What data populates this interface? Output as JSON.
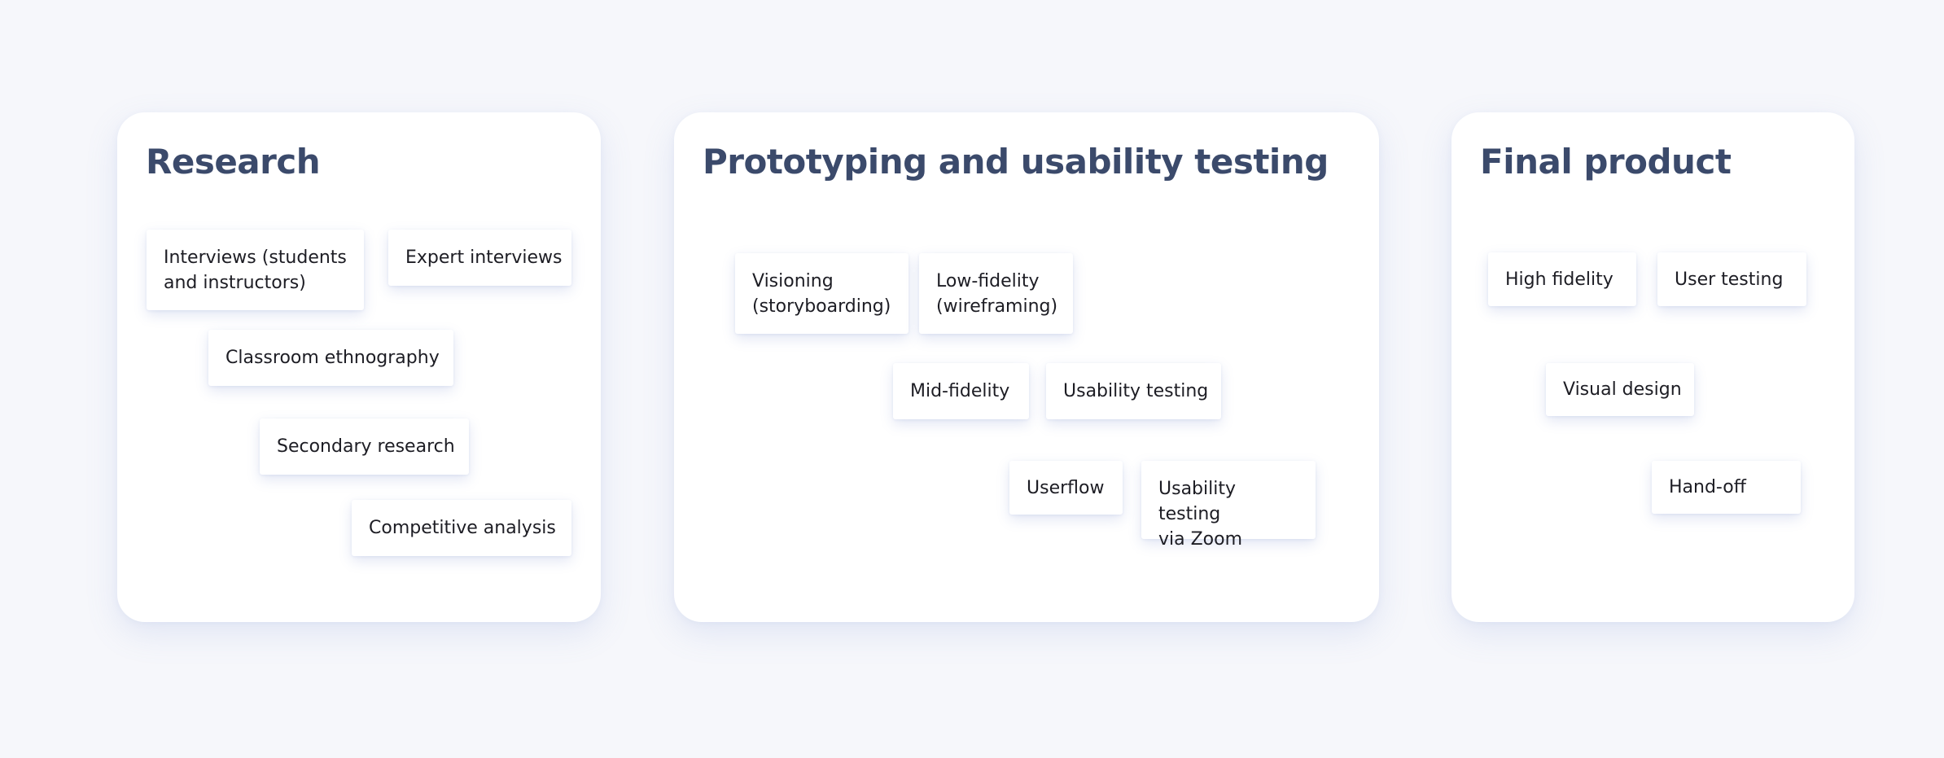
{
  "board": {
    "columns": [
      {
        "title": "Research",
        "notes": [
          "Interviews (students\nand instructors)",
          "Expert interviews",
          "Classroom ethnography",
          "Secondary research",
          "Competitive analysis"
        ]
      },
      {
        "title": "Prototyping and usability testing",
        "notes": [
          "Visioning\n(storyboarding)",
          "Low-fidelity\n(wireframing)",
          "Mid-fidelity",
          "Usability testing",
          "Userflow",
          "Usability testing\nvia Zoom"
        ]
      },
      {
        "title": "Final product",
        "notes": [
          "High fidelity",
          "User testing",
          "Visual design",
          "Hand-off"
        ]
      }
    ]
  },
  "colors": {
    "background": "#f6f7fb",
    "panel": "#ffffff",
    "title": "#3b4a6b",
    "note_text": "#1d1d24"
  }
}
